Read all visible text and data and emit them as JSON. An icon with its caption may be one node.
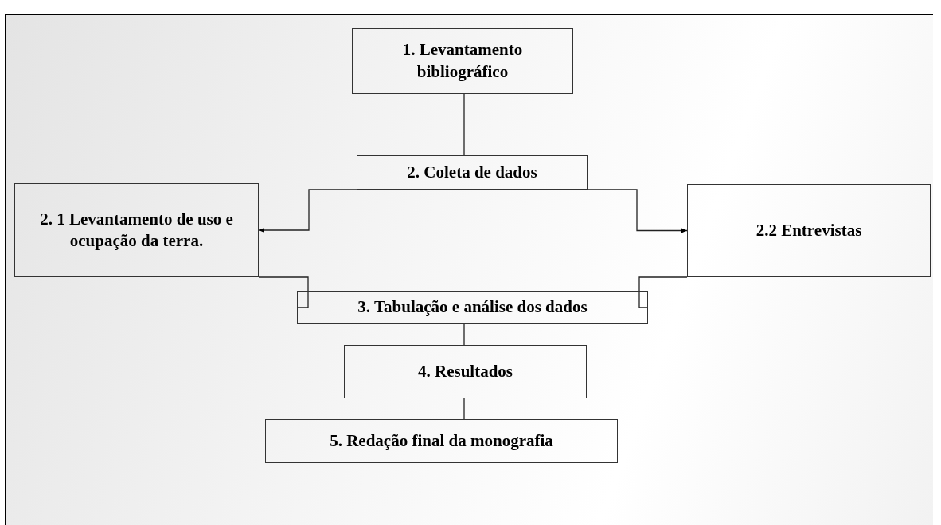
{
  "diagram": {
    "nodes": [
      {
        "text": [
          "1. Levantamento bibliográfico"
        ]
      },
      {
        "text": [
          "2. Coleta de dados"
        ]
      },
      {
        "text": [
          "2. 1 Levantamento de uso e ocupação da terra."
        ]
      },
      {
        "text": [
          "2.2 Entrevistas"
        ]
      },
      {
        "text": [
          "3. Tabulação e análise dos dados"
        ]
      },
      {
        "text": [
          "4. Resultados"
        ]
      },
      {
        "text": [
          "5. Redação final da monografia"
        ]
      }
    ],
    "edges": [
      {
        "from": 0,
        "to": 1,
        "arrow": "none"
      },
      {
        "from": 1,
        "to": 2,
        "arrow": "to"
      },
      {
        "from": 1,
        "to": 3,
        "arrow": "to"
      },
      {
        "from": 2,
        "to": 4,
        "arrow": "none"
      },
      {
        "from": 3,
        "to": 4,
        "arrow": "none"
      },
      {
        "from": 4,
        "to": 5,
        "arrow": "none"
      },
      {
        "from": 5,
        "to": 6,
        "arrow": "none"
      }
    ]
  }
}
